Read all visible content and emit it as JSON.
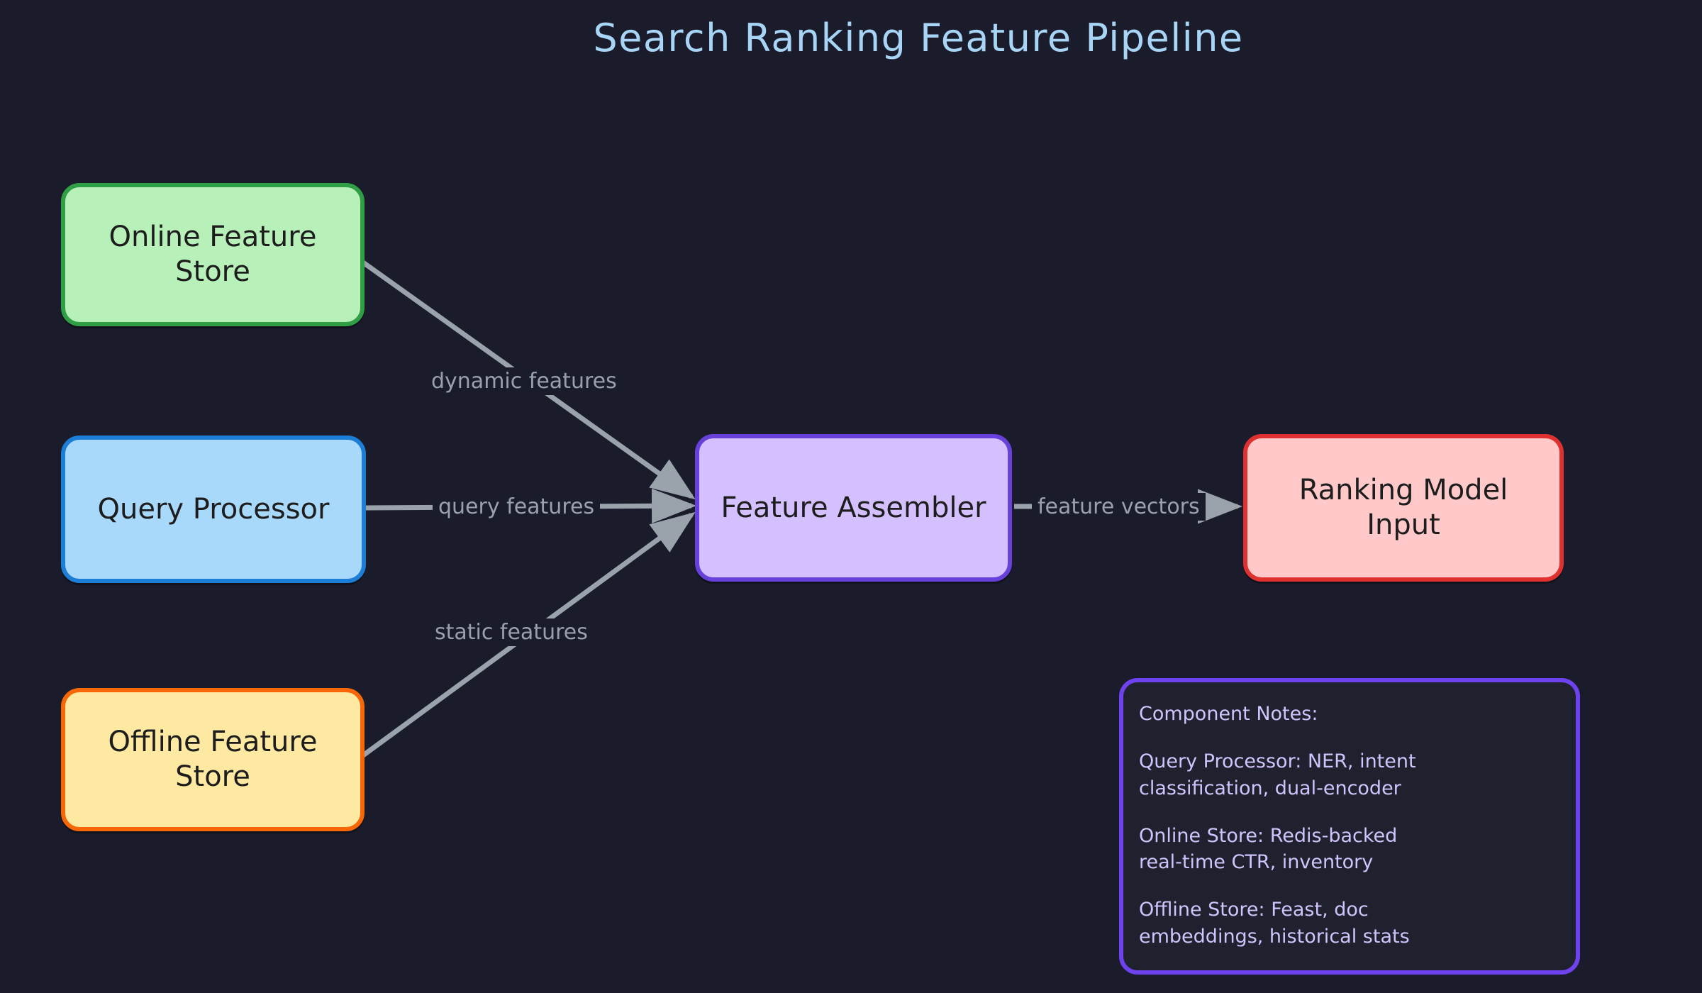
{
  "title": "Search Ranking Feature Pipeline",
  "theme": {
    "background": "#1a1c2b",
    "title_color": "#a8d4f5",
    "edge_color": "#9aa2ac",
    "edge_label_color": "#99a1ad"
  },
  "nodes": [
    {
      "id": "online_store",
      "label": "Online Feature\nStore",
      "fill": "#b7f0b8",
      "stroke": "#2f9e44"
    },
    {
      "id": "query_processor",
      "label": "Query Processor",
      "fill": "#a9d9fa",
      "stroke": "#1c7ed6"
    },
    {
      "id": "offline_store",
      "label": "Offline Feature\nStore",
      "fill": "#fde9a1",
      "stroke": "#f76707"
    },
    {
      "id": "feature_assembler",
      "label": "Feature Assembler",
      "fill": "#d5c0ff",
      "stroke": "#6741d9"
    },
    {
      "id": "ranking_model_input",
      "label": "Ranking Model\nInput",
      "fill": "#ffc9c9",
      "stroke": "#e03131"
    }
  ],
  "edges": [
    {
      "id": "e1",
      "from": "online_store",
      "to": "feature_assembler",
      "label": "dynamic features",
      "style": "solid"
    },
    {
      "id": "e2",
      "from": "query_processor",
      "to": "feature_assembler",
      "label": "query features",
      "style": "solid"
    },
    {
      "id": "e3",
      "from": "offline_store",
      "to": "feature_assembler",
      "label": "static features",
      "style": "solid"
    },
    {
      "id": "e4",
      "from": "feature_assembler",
      "to": "ranking_model_input",
      "label": "feature vectors",
      "style": "dashed"
    }
  ],
  "notes": {
    "border_color": "#6f42ef",
    "text_color": "#cfc4fb",
    "heading": "Component Notes:",
    "items": [
      "Query Processor: NER, intent\nclassification, dual-encoder",
      "Online Store: Redis-backed\nreal-time CTR, inventory",
      "Offline Store: Feast, doc\nembeddings, historical stats"
    ]
  }
}
